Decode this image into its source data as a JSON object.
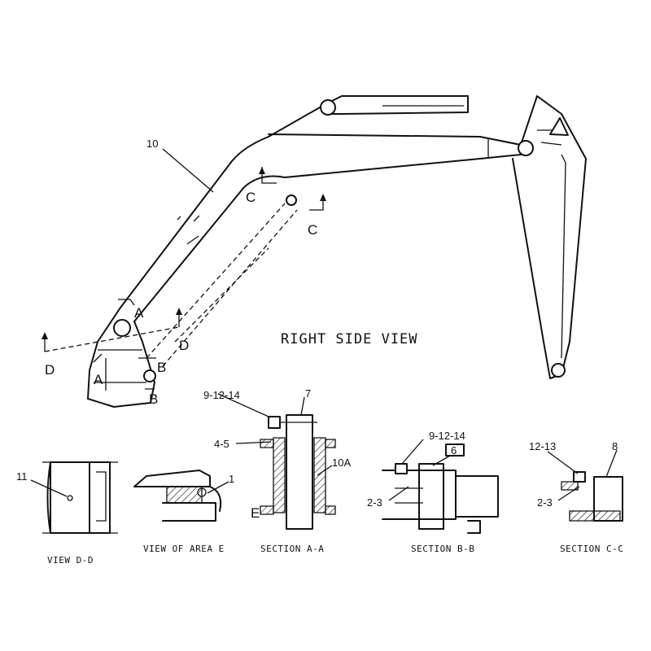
{
  "main_view": {
    "title": "RIGHT SIDE VIEW",
    "callout_10": "10",
    "cut_c_top": "C",
    "cut_c_right": "C",
    "cut_a_top": "A",
    "cut_a_bottom": "A",
    "cut_d_left": "D",
    "cut_d_right": "D",
    "cut_b_top": "B",
    "cut_b_bottom": "B"
  },
  "views": {
    "view_dd": {
      "caption": "VIEW D-D",
      "callout": "11"
    },
    "view_e": {
      "caption": "VIEW OF AREA E",
      "callout": "1"
    },
    "section_aa": {
      "caption": "SECTION A-A",
      "callouts": [
        "9-12-14",
        "7",
        "4-5",
        "10A",
        "E"
      ]
    },
    "section_bb": {
      "caption": "SECTION B-B",
      "callouts": [
        "9-12-14",
        "6",
        "2-3"
      ]
    },
    "section_cc": {
      "caption": "SECTION C-C",
      "callouts": [
        "12-13",
        "8",
        "2-3"
      ]
    }
  },
  "highlight_color": "#ffff66"
}
